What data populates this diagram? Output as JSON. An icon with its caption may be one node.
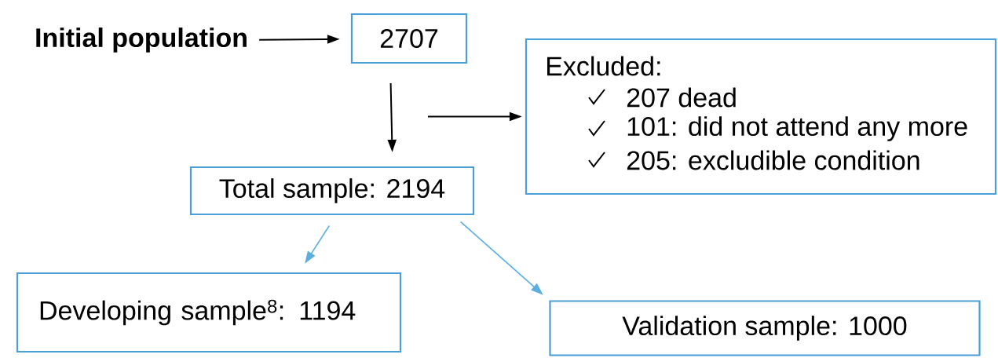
{
  "diagram": {
    "nodes": [
      {
        "text": [
          "Initial population"
        ]
      },
      {
        "text": [
          "2707"
        ]
      },
      {
        "text": [
          "Excluded:",
          "207 dead",
          "101: did not attend any more",
          "205: excludible condition"
        ]
      },
      {
        "text": [
          "Total sample: 2194"
        ]
      },
      {
        "text": [
          "Developing sample$^{8}$: 1194"
        ]
      },
      {
        "text": [
          "Validation sample: 1000"
        ]
      }
    ],
    "edges": [
      {
        "from": 0,
        "to": 1,
        "arrow": "to"
      },
      {
        "from": 1,
        "to": 3,
        "arrow": "to"
      },
      {
        "from": null,
        "to": 2,
        "arrow": "to"
      },
      {
        "from": 3,
        "to": 4,
        "arrow": "to",
        "color": "#5aaee0"
      },
      {
        "from": 3,
        "to": 5,
        "arrow": "to",
        "color": "#5aaee0"
      }
    ]
  }
}
